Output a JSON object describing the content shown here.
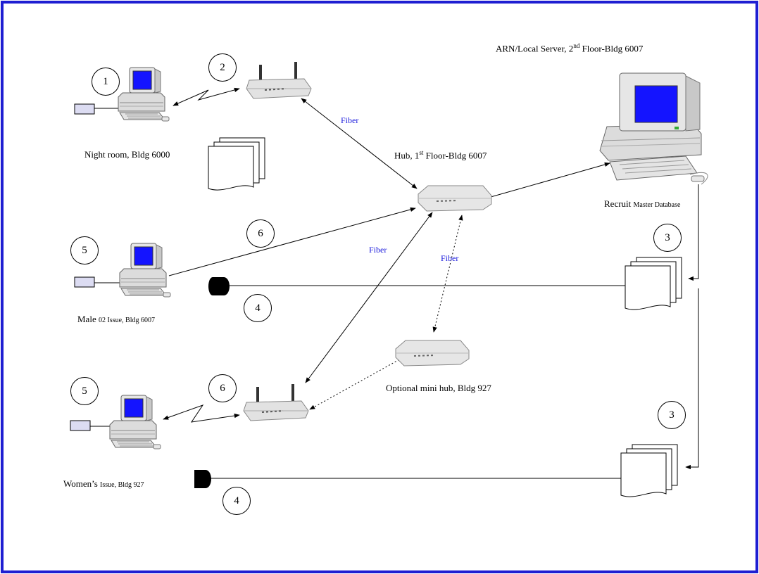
{
  "labels": {
    "night_room": "Night room, Bldg 6000",
    "arn_server": {
      "pre": "ARN/Local Server, 2",
      "sup": "nd",
      "post": " Floor-Bldg 6007"
    },
    "hub": {
      "pre": "Hub, 1",
      "sup": "st",
      "post": " Floor-Bldg 6007"
    },
    "recruit": {
      "main": "Recruit ",
      "small": "Master Database"
    },
    "male": {
      "main": "Male ",
      "small": "02 Issue, Bldg 6007"
    },
    "women": {
      "main": "Women’s ",
      "small": "Issue, Bldg 927"
    },
    "mini_hub": "Optional mini hub, Bldg 927",
    "fiber": "Fiber"
  },
  "numbers": {
    "n1": "1",
    "n2": "2",
    "n3a": "3",
    "n3b": "3",
    "n4a": "4",
    "n4b": "4",
    "n5a": "5",
    "n5b": "5",
    "n6a": "6",
    "n6b": "6"
  },
  "colors": {
    "frame": "#1e1ed2",
    "fiber_text": "#1a1adc",
    "screen": "#1414ff"
  }
}
